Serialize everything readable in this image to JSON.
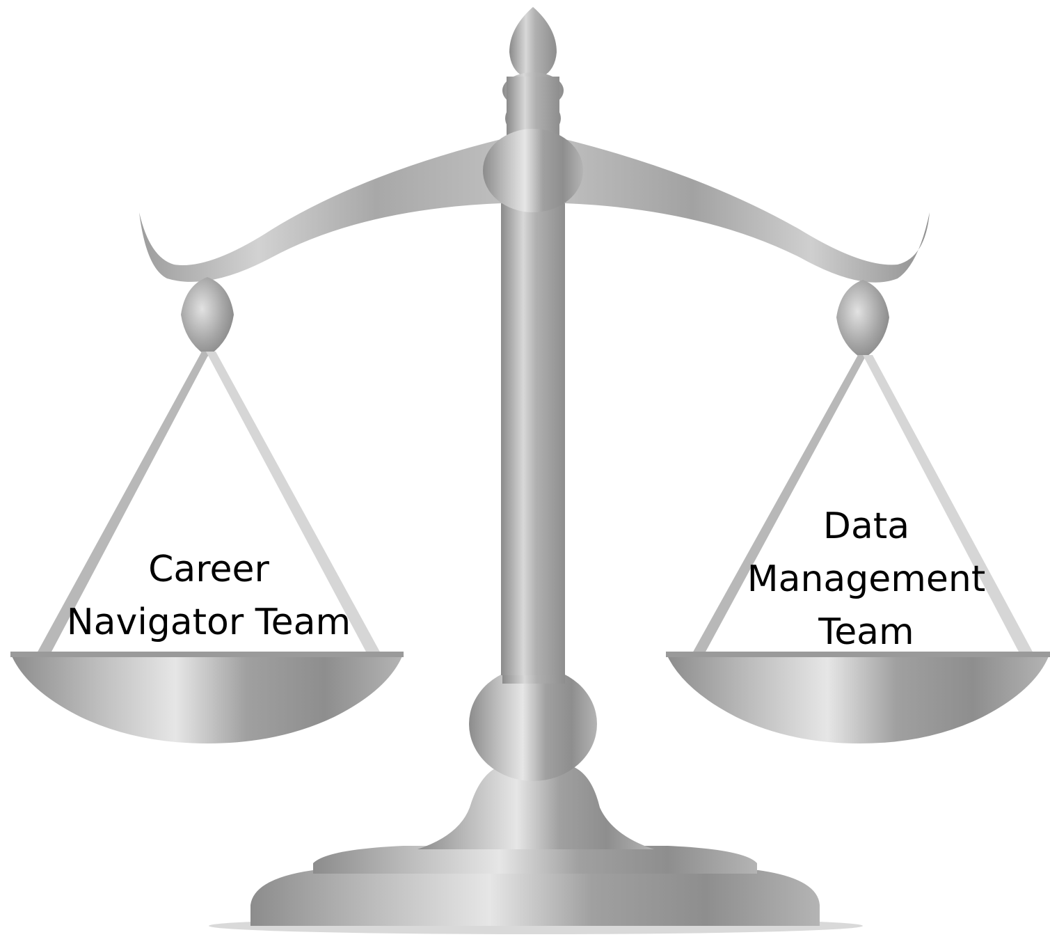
{
  "left_pan": {
    "label_lines": [
      "Career",
      "Navigator Team"
    ]
  },
  "right_pan": {
    "label_lines": [
      "Data",
      "Management",
      "Team"
    ]
  },
  "colors": {
    "metal_dark": "#8a8a8a",
    "metal_mid": "#a9a9a9",
    "metal_light": "#e4e4e4",
    "text": "#000000",
    "background": "#ffffff"
  },
  "icon": "balance-scale-icon"
}
